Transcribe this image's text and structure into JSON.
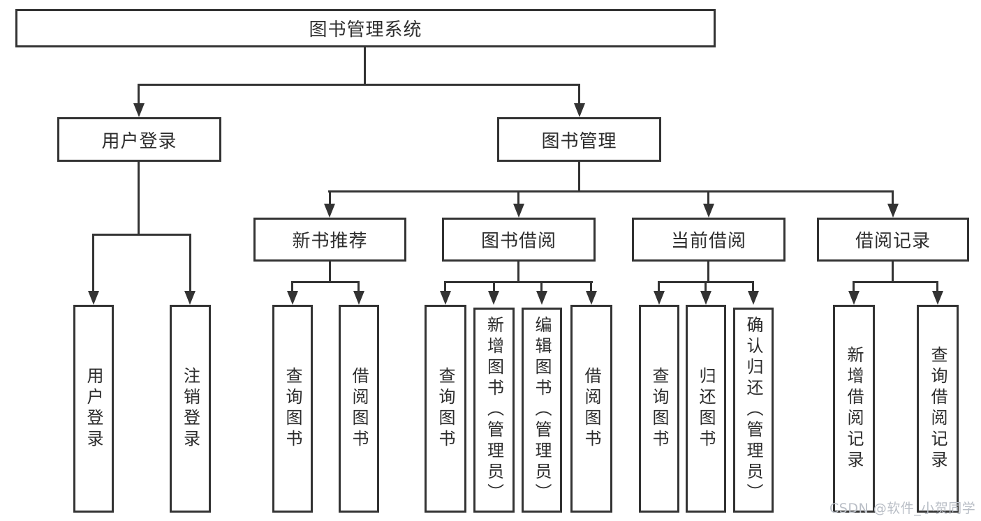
{
  "diagram": {
    "root": {
      "label": "图书管理系统"
    },
    "branches": [
      {
        "label": "用户登录",
        "children": [
          {
            "label": "用户登录"
          },
          {
            "label": "注销登录"
          }
        ]
      },
      {
        "label": "图书管理",
        "children": [
          {
            "label": "新书推荐",
            "children": [
              {
                "label": "查询图书"
              },
              {
                "label": "借阅图书"
              }
            ]
          },
          {
            "label": "图书借阅",
            "children": [
              {
                "label": "查询图书"
              },
              {
                "label": "新增图书（管理员）"
              },
              {
                "label": "编辑图书（管理员）"
              },
              {
                "label": "借阅图书"
              }
            ]
          },
          {
            "label": "当前借阅",
            "children": [
              {
                "label": "查询图书"
              },
              {
                "label": "归还图书"
              },
              {
                "label": "确认归还（管理员）"
              }
            ]
          },
          {
            "label": "借阅记录",
            "children": [
              {
                "label": "新增借阅记录"
              },
              {
                "label": "查询借阅记录"
              }
            ]
          }
        ]
      }
    ]
  },
  "watermark": {
    "text": "CSDN @软件_小贺同学"
  },
  "colors": {
    "line": "#333333",
    "text": "#2d2d2d",
    "watermark": "#b9bec6",
    "background": "#ffffff"
  }
}
